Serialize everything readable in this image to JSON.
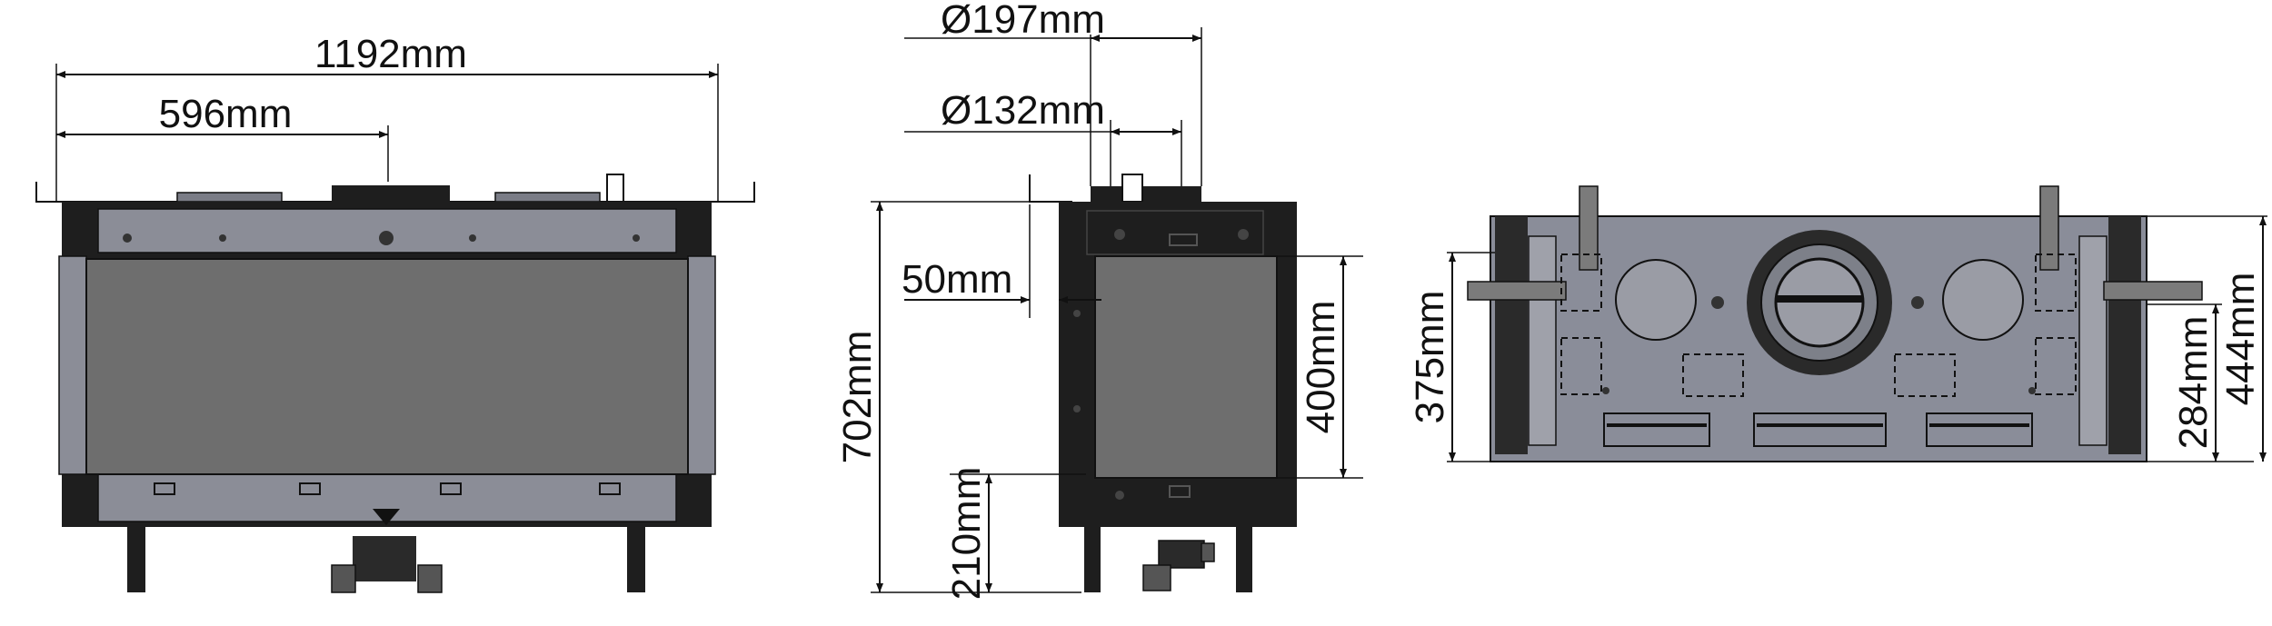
{
  "front_view": {
    "overall_width": "1192mm",
    "centre_distance": "596mm"
  },
  "side_view": {
    "outer_flue_diameter": "Ø197mm",
    "inner_flue_diameter": "Ø132mm",
    "rear_offset": "50mm",
    "overall_height": "702mm",
    "glass_height": "400mm",
    "base_to_glass": "210mm"
  },
  "top_view": {
    "left_depth": "375mm",
    "inner_depth": "284mm",
    "overall_depth": "444mm"
  },
  "colors": {
    "glass": "#6e6e6e",
    "body": "#8b8d97",
    "frame": "#1e1e1e",
    "top_plate": "#8a8d99",
    "line": "#111111"
  }
}
